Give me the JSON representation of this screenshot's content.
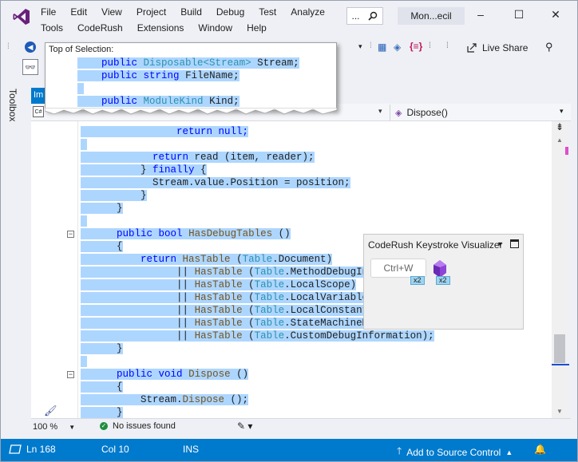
{
  "menu": {
    "row1": [
      "File",
      "Edit",
      "View",
      "Project",
      "Build",
      "Debug",
      "Test",
      "Analyze"
    ],
    "row2": [
      "Tools",
      "CodeRush",
      "Extensions",
      "Window",
      "Help"
    ]
  },
  "search": {
    "dots": "...",
    "icon": "search-icon"
  },
  "solution_name": "Mon...ecil",
  "window_controls": {
    "minimize": "–",
    "maximize": "☐",
    "close": "✕"
  },
  "toolbar": {
    "live_share": "Live Share"
  },
  "toolbox_label": "Toolbox",
  "doc_tab": "Im",
  "nav": {
    "member": "Dispose()"
  },
  "peek": {
    "title": "Top of Selection:",
    "lines": [
      {
        "kw1": "public",
        "type": "Disposable<Stream>",
        "rest": " Stream;"
      },
      {
        "kw1": "public",
        "kw2": "string",
        "rest": " FileName;"
      },
      {
        "kw1": "public",
        "type": "ModuleKind",
        "rest": " Kind;"
      }
    ]
  },
  "code": {
    "l1": "return null;",
    "l2a": "return",
    "l2b": " read (item, reader);",
    "l3a": "} ",
    "l3b": "finally",
    "l3c": " {",
    "l4": "Stream.value.Position = position;",
    "l5": "}",
    "l6": "}",
    "l7a": "public",
    "l7b": "bool",
    "l7c": "HasDebugTables",
    "l7d": " ()",
    "l8": "{",
    "l9a": "return",
    "l9b": "HasTable",
    "l9c": " (",
    "l9d": "Table",
    "l9e": ".Document)",
    "l10e": ".MethodDebugInform",
    "l11e": ".LocalScope)",
    "l12e": ".LocalVariable)",
    "l13e": ".LocalConstant)",
    "l14e": ".StateMachineMetho",
    "l15e": ".CustomDebugInformation);",
    "pipes": "||",
    "l16": "}",
    "l17a": "public",
    "l17b": "void",
    "l17c": "Dispose",
    "l17d": " ()",
    "l18": "{",
    "l19a": "Stream.",
    "l19b": "Dispose",
    "l19c": " ();",
    "l20": "}"
  },
  "visualizer": {
    "title": "CodeRush Keystroke Visualizer",
    "key": "Ctrl+W",
    "count1": "x2",
    "count2": "x2"
  },
  "infobar": {
    "zoom": "100 %",
    "issues": "No issues found"
  },
  "status": {
    "line": "Ln 168",
    "col": "Col 10",
    "mode": "INS",
    "source_control": "Add to Source Control"
  },
  "colors": {
    "accent": "#007acc",
    "selection": "#add6ff",
    "keyword": "#0000ff",
    "type": "#2b91af"
  }
}
